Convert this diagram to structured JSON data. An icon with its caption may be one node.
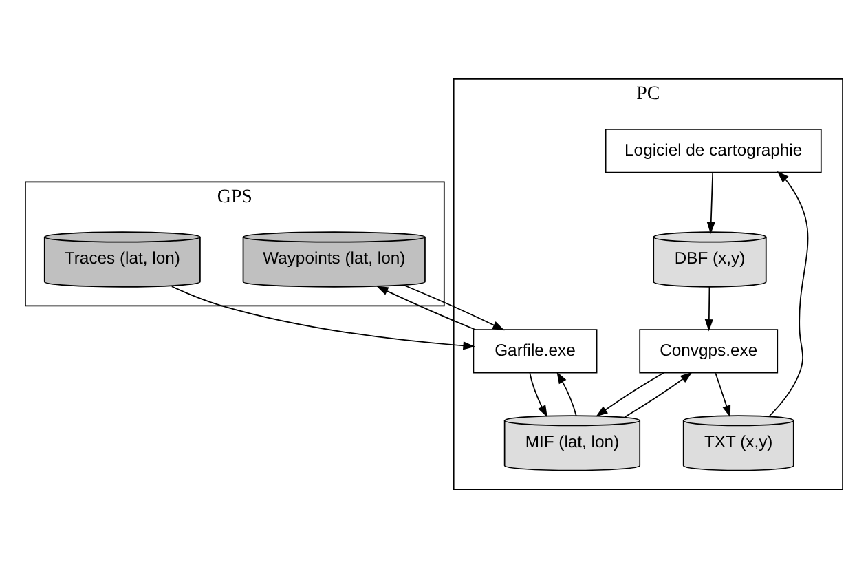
{
  "diagram": {
    "nodes": [
      {
        "text": [
          "GPS"
        ]
      },
      {
        "text": [
          "Waypoints (lat, lon)"
        ],
        "in": 0
      },
      {
        "text": [
          "Traces (lat, lon)"
        ],
        "in": 0
      },
      {
        "text": [
          "PC"
        ]
      },
      {
        "text": [
          "Logiciel de cartographie"
        ],
        "in": 3
      },
      {
        "text": [
          "DBF (x,y)"
        ],
        "in": 3
      },
      {
        "text": [
          "TXT (x,y)"
        ],
        "in": 3
      },
      {
        "text": [
          "Garfile.exe"
        ],
        "in": 3
      },
      {
        "text": [
          "Convgps.exe"
        ],
        "in": 3
      },
      {
        "text": [
          "MIF (lat, lon)"
        ],
        "in": 3
      }
    ],
    "edges": [
      {
        "from": 7,
        "to": 1,
        "arrow": "to"
      },
      {
        "from": 1,
        "to": 7,
        "arrow": "to"
      },
      {
        "from": 2,
        "to": 7,
        "arrow": "to"
      },
      {
        "from": 4,
        "to": 5,
        "arrow": "to"
      },
      {
        "from": 6,
        "to": 4,
        "arrow": "to"
      },
      {
        "from": 5,
        "to": 8,
        "arrow": "to"
      },
      {
        "from": 8,
        "to": 6,
        "arrow": "to"
      },
      {
        "from": 7,
        "to": 9,
        "arrow": "to"
      },
      {
        "from": 9,
        "to": 7,
        "arrow": "to"
      },
      {
        "from": 8,
        "to": 9,
        "arrow": "to"
      },
      {
        "from": 9,
        "to": 8,
        "arrow": "to"
      }
    ]
  }
}
